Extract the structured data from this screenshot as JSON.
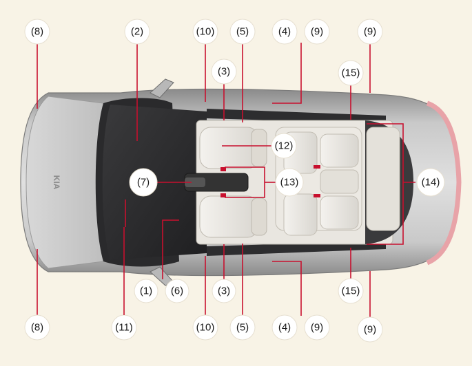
{
  "logo_text": "KIA",
  "colors": {
    "background": "#f8f3e6",
    "leader": "#c8102e",
    "badge_fill": "#ffffff"
  },
  "callouts": {
    "c8_top": "(8)",
    "c2": "(2)",
    "c10_top": "(10)",
    "c5_top": "(5)",
    "c4_top": "(4)",
    "c9_top_mid": "(9)",
    "c9_top_right": "(9)",
    "c3_top": "(3)",
    "c15_top": "(15)",
    "c12": "(12)",
    "c7": "(7)",
    "c13": "(13)",
    "c14": "(14)",
    "c1": "(1)",
    "c6": "(6)",
    "c3_bottom": "(3)",
    "c15_bottom": "(15)",
    "c8_bottom": "(8)",
    "c11": "(11)",
    "c10_bottom": "(10)",
    "c5_bottom": "(5)",
    "c4_bottom": "(4)",
    "c9_bottom_mid": "(9)",
    "c9_bottom_right": "(9)"
  }
}
